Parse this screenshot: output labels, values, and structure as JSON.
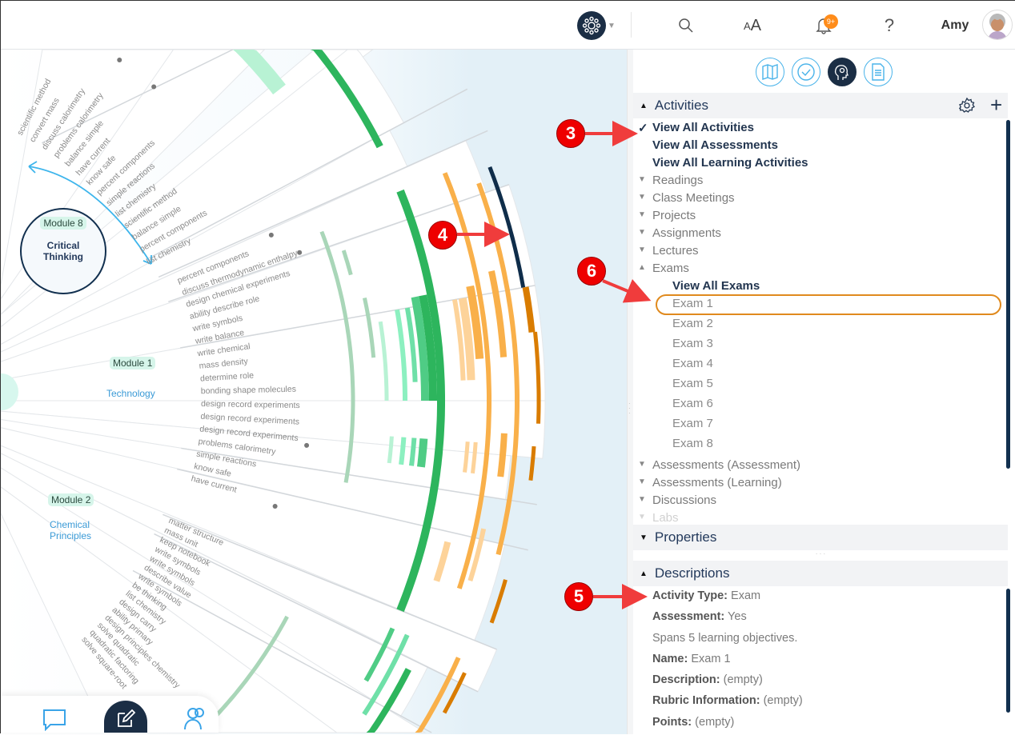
{
  "header": {
    "user_name": "Amy",
    "notification_count": "9+",
    "icons": [
      "app-network-icon",
      "search-icon",
      "font-size-icon",
      "bell-icon",
      "help-icon",
      "avatar"
    ],
    "font_icon_text": "AA",
    "help_text": "?"
  },
  "wheel": {
    "modules": [
      {
        "badge": "Module 8",
        "title": "Critical Thinking"
      },
      {
        "badge": "Module 1",
        "title": "Technology"
      },
      {
        "badge": "Module 2",
        "title": "Chemical Principles"
      }
    ],
    "labels_module8": [
      "scientific method",
      "convert mass",
      "discuss calorimetry",
      "problems calorimetry",
      "balance simple",
      "have current",
      "know safe",
      "percent components",
      "simple reactions",
      "list chemistry",
      "scientific method",
      "balance simple",
      "percent components",
      "list chemistry"
    ],
    "labels_module1": [
      "percent components",
      "discuss thermodynamic enthalpy",
      "design chemical experiments",
      "ability describe role",
      "write symbols",
      "write balance",
      "write chemical",
      "mass density",
      "determine role",
      "bonding shape molecules",
      "design record experiments",
      "design record experiments",
      "design record experiments",
      "problems calorimetry",
      "simple reactions",
      "know safe",
      "have current"
    ],
    "labels_module2": [
      "matter structure",
      "mass unit",
      "keep notebook",
      "write symbols",
      "write symbols",
      "describe value",
      "write symbols",
      "be thinking",
      "list chemistry",
      "design carry",
      "ability primary",
      "design principles chemistry",
      "solve quadratic",
      "quadratic factoring",
      "solve square-root"
    ],
    "colors": {
      "light_green": "#a9d6b8",
      "mint": "#b8f2d4",
      "green": "#2db55d",
      "orange": "#f9b04a",
      "peach": "#fdd39a",
      "dark_orange": "#d97c00",
      "navy": "#0f2d4a"
    }
  },
  "bottom_toolbar": [
    "chat-icon",
    "edit-icon",
    "users-icon"
  ],
  "panel": {
    "tabs": [
      "map-icon",
      "check-icon",
      "mind-gear-icon",
      "document-icon"
    ],
    "activities": {
      "title": "Activities",
      "views": [
        "View All Activities",
        "View All Assessments",
        "View All Learning Activities"
      ],
      "categories": [
        "Readings",
        "Class Meetings",
        "Projects",
        "Assignments",
        "Lectures",
        "Exams"
      ],
      "exams_view_all": "View All Exams",
      "exams": [
        "Exam 1",
        "Exam 2",
        "Exam 3",
        "Exam 4",
        "Exam 5",
        "Exam 6",
        "Exam 7",
        "Exam 8"
      ],
      "more_categories": [
        "Assessments (Assessment)",
        "Assessments (Learning)",
        "Discussions",
        "Labs"
      ],
      "check": "✓"
    },
    "properties": {
      "title": "Properties"
    },
    "descriptions": {
      "title": "Descriptions",
      "activity_type_label": "Activity Type:",
      "activity_type": "Exam",
      "assessment_label": "Assessment:",
      "assessment": "Yes",
      "spans": "Spans 5 learning objectives.",
      "name_label": "Name:",
      "name": "Exam 1",
      "description_label": "Description:",
      "description": "(empty)",
      "rubric_label": "Rubric Information:",
      "rubric": "(empty)",
      "points_label": "Points:",
      "points": "(empty)"
    }
  },
  "annotations": [
    "3",
    "4",
    "5",
    "6"
  ],
  "accent": {
    "navy": "#1b2e45",
    "blue": "#49b3ea",
    "orange": "#ff8c1a",
    "highlight": "#e08a1e",
    "red": "#ee0000"
  }
}
